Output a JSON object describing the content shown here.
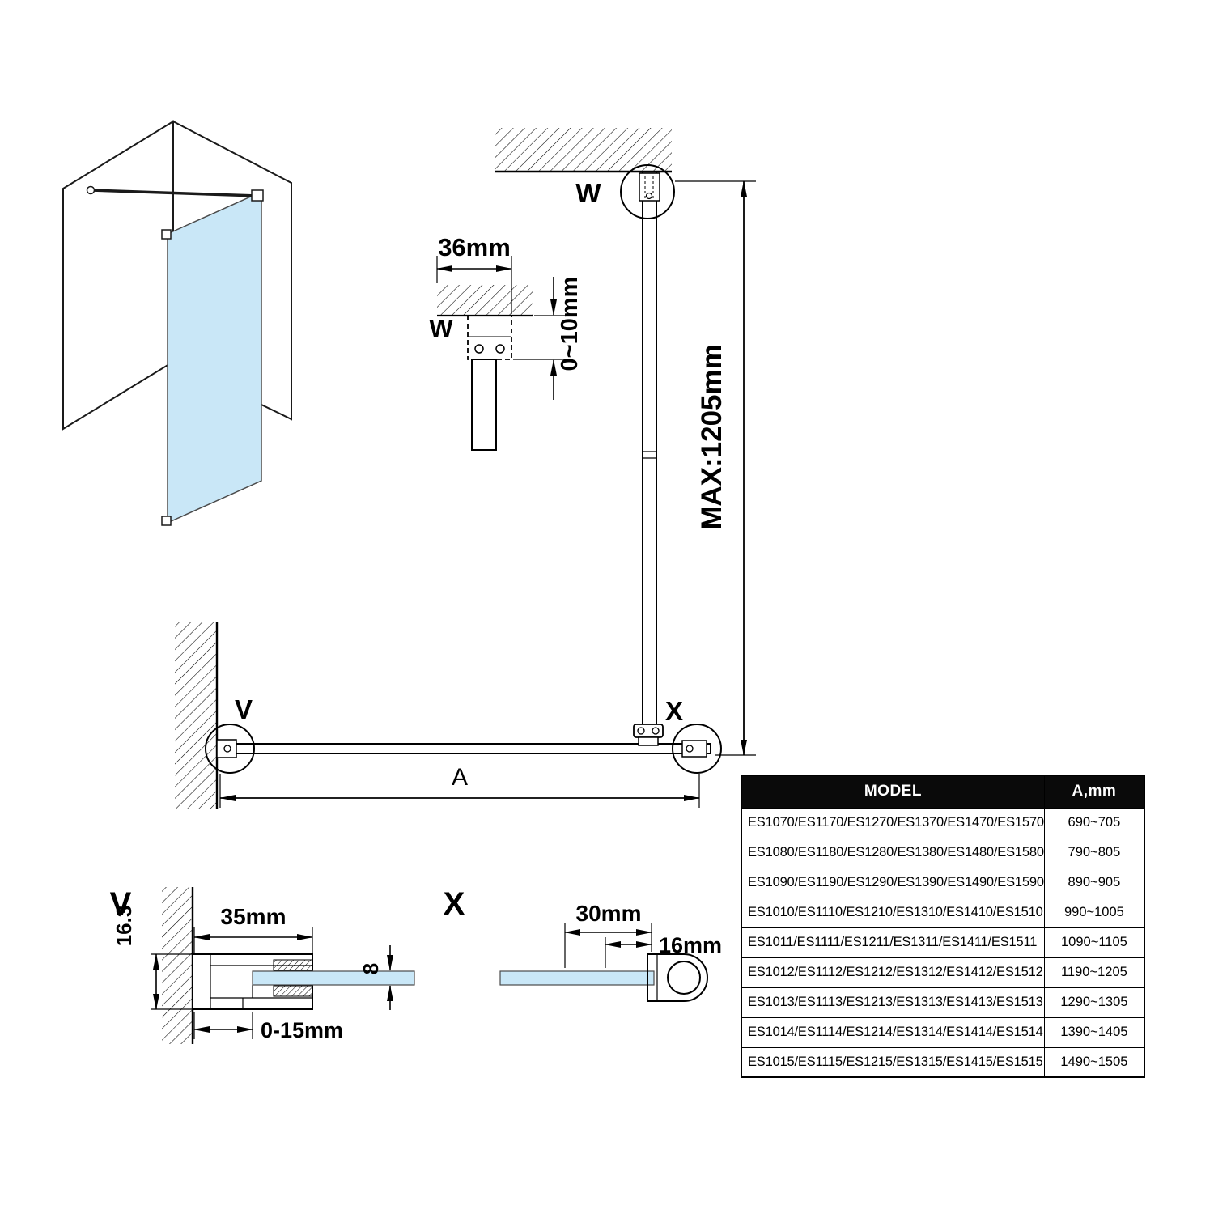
{
  "colors": {
    "glass": "#c9e7f7",
    "line": "#000000",
    "header_bg": "#0a0a0a",
    "header_fg": "#ffffff"
  },
  "labels": {
    "anchor_w_detail": "W",
    "anchor_w": "W",
    "anchor_v": "V",
    "anchor_x": "X",
    "detail_v_title": "V",
    "detail_x_title": "X"
  },
  "dimensions": {
    "bracket_width": "36mm",
    "ceiling_gap": "0~10mm",
    "max_bar": "MAX:1205mm",
    "span": "A",
    "profile_depth": "16.3",
    "profile_width": "35mm",
    "profile_adjust": "0-15mm",
    "glass_thickness": "8",
    "clamp_width": "30mm",
    "clamp_offset": "16mm"
  },
  "table": {
    "headers": {
      "model": "MODEL",
      "a": "A,mm"
    },
    "rows": [
      {
        "model": "ES1070/ES1170/ES1270/ES1370/ES1470/ES1570",
        "a": "690~705"
      },
      {
        "model": "ES1080/ES1180/ES1280/ES1380/ES1480/ES1580",
        "a": "790~805"
      },
      {
        "model": "ES1090/ES1190/ES1290/ES1390/ES1490/ES1590",
        "a": "890~905"
      },
      {
        "model": "ES1010/ES1110/ES1210/ES1310/ES1410/ES1510",
        "a": "990~1005"
      },
      {
        "model": "ES1011/ES1111/ES1211/ES1311/ES1411/ES1511",
        "a": "1090~1105"
      },
      {
        "model": "ES1012/ES1112/ES1212/ES1312/ES1412/ES1512",
        "a": "1190~1205"
      },
      {
        "model": "ES1013/ES1113/ES1213/ES1313/ES1413/ES1513",
        "a": "1290~1305"
      },
      {
        "model": "ES1014/ES1114/ES1214/ES1314/ES1414/ES1514",
        "a": "1390~1405"
      },
      {
        "model": "ES1015/ES1115/ES1215/ES1315/ES1415/ES1515",
        "a": "1490~1505"
      }
    ]
  }
}
